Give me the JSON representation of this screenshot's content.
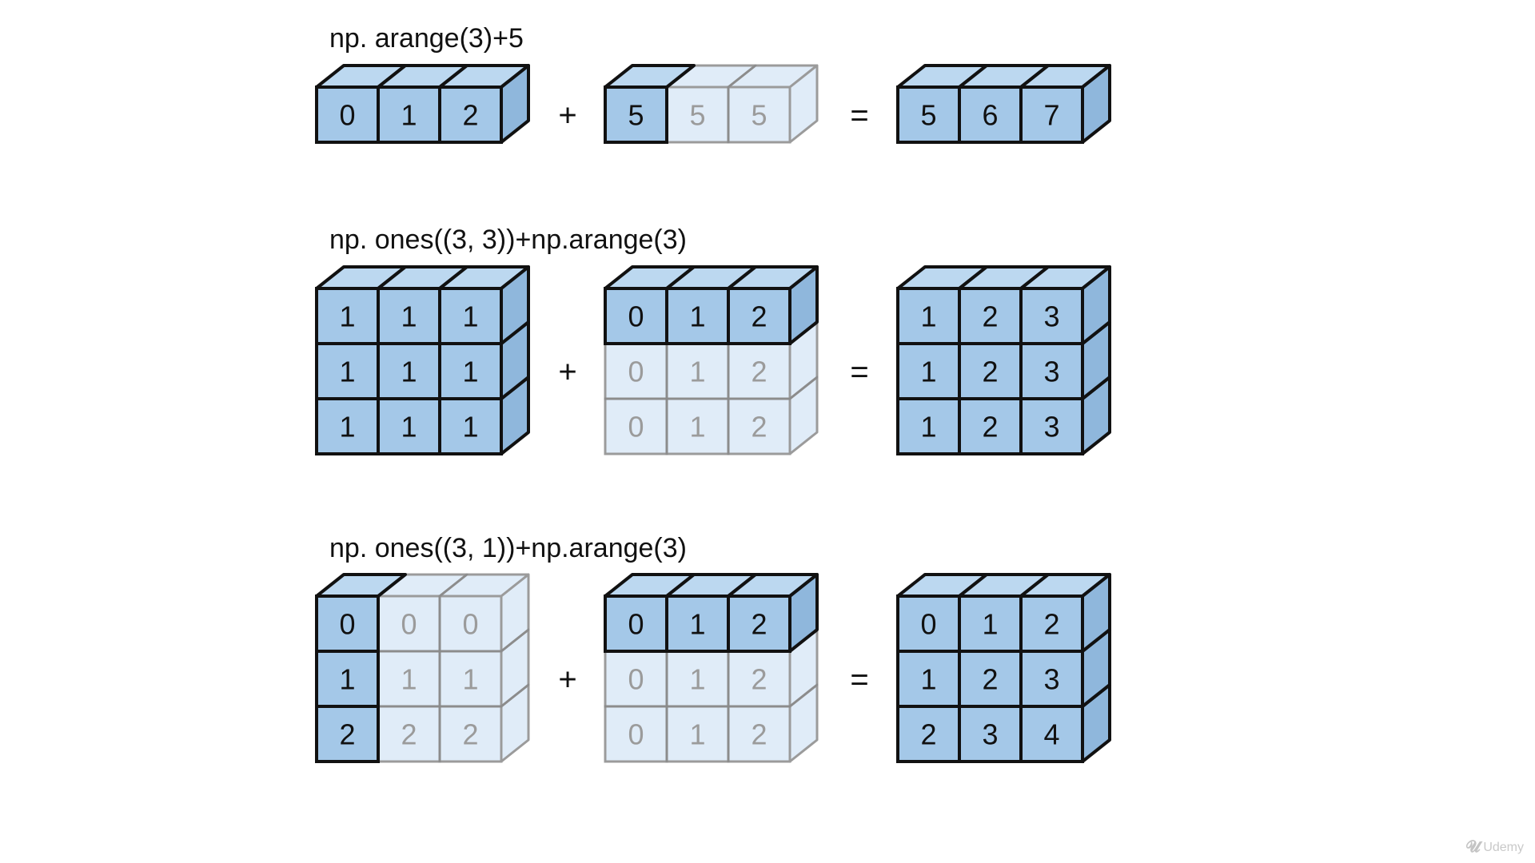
{
  "colors": {
    "solid_fill": "#a4c8e8",
    "solid_top": "#bcd8f0",
    "solid_side": "#8fb7dc",
    "solid_stroke": "#111111",
    "ghost_fill": "#dbe9f7",
    "ghost_stroke": "#8a8a8a",
    "ghost_text": "#8a8a8a",
    "solid_text": "#111111"
  },
  "rows": [
    {
      "title": "np. arange(3)+5",
      "operands": [
        {
          "cells": [
            [
              {
                "v": "0",
                "ghost": false
              },
              {
                "v": "1",
                "ghost": false
              },
              {
                "v": "2",
                "ghost": false
              }
            ]
          ]
        },
        {
          "cells": [
            [
              {
                "v": "5",
                "ghost": false
              },
              {
                "v": "5",
                "ghost": true
              },
              {
                "v": "5",
                "ghost": true
              }
            ]
          ]
        },
        {
          "cells": [
            [
              {
                "v": "5",
                "ghost": false
              },
              {
                "v": "6",
                "ghost": false
              },
              {
                "v": "7",
                "ghost": false
              }
            ]
          ]
        }
      ],
      "plus": "+",
      "equals": "="
    },
    {
      "title": "np. ones((3, 3))+np.arange(3)",
      "operands": [
        {
          "cells": [
            [
              {
                "v": "1",
                "ghost": false
              },
              {
                "v": "1",
                "ghost": false
              },
              {
                "v": "1",
                "ghost": false
              }
            ],
            [
              {
                "v": "1",
                "ghost": false
              },
              {
                "v": "1",
                "ghost": false
              },
              {
                "v": "1",
                "ghost": false
              }
            ],
            [
              {
                "v": "1",
                "ghost": false
              },
              {
                "v": "1",
                "ghost": false
              },
              {
                "v": "1",
                "ghost": false
              }
            ]
          ]
        },
        {
          "cells": [
            [
              {
                "v": "0",
                "ghost": false
              },
              {
                "v": "1",
                "ghost": false
              },
              {
                "v": "2",
                "ghost": false
              }
            ],
            [
              {
                "v": "0",
                "ghost": true
              },
              {
                "v": "1",
                "ghost": true
              },
              {
                "v": "2",
                "ghost": true
              }
            ],
            [
              {
                "v": "0",
                "ghost": true
              },
              {
                "v": "1",
                "ghost": true
              },
              {
                "v": "2",
                "ghost": true
              }
            ]
          ]
        },
        {
          "cells": [
            [
              {
                "v": "1",
                "ghost": false
              },
              {
                "v": "2",
                "ghost": false
              },
              {
                "v": "3",
                "ghost": false
              }
            ],
            [
              {
                "v": "1",
                "ghost": false
              },
              {
                "v": "2",
                "ghost": false
              },
              {
                "v": "3",
                "ghost": false
              }
            ],
            [
              {
                "v": "1",
                "ghost": false
              },
              {
                "v": "2",
                "ghost": false
              },
              {
                "v": "3",
                "ghost": false
              }
            ]
          ]
        }
      ],
      "plus": "+",
      "equals": "="
    },
    {
      "title": "np. ones((3, 1))+np.arange(3)",
      "operands": [
        {
          "cells": [
            [
              {
                "v": "0",
                "ghost": false
              },
              {
                "v": "0",
                "ghost": true
              },
              {
                "v": "0",
                "ghost": true
              }
            ],
            [
              {
                "v": "1",
                "ghost": false
              },
              {
                "v": "1",
                "ghost": true
              },
              {
                "v": "1",
                "ghost": true
              }
            ],
            [
              {
                "v": "2",
                "ghost": false
              },
              {
                "v": "2",
                "ghost": true
              },
              {
                "v": "2",
                "ghost": true
              }
            ]
          ]
        },
        {
          "cells": [
            [
              {
                "v": "0",
                "ghost": false
              },
              {
                "v": "1",
                "ghost": false
              },
              {
                "v": "2",
                "ghost": false
              }
            ],
            [
              {
                "v": "0",
                "ghost": true
              },
              {
                "v": "1",
                "ghost": true
              },
              {
                "v": "2",
                "ghost": true
              }
            ],
            [
              {
                "v": "0",
                "ghost": true
              },
              {
                "v": "1",
                "ghost": true
              },
              {
                "v": "2",
                "ghost": true
              }
            ]
          ]
        },
        {
          "cells": [
            [
              {
                "v": "0",
                "ghost": false
              },
              {
                "v": "1",
                "ghost": false
              },
              {
                "v": "2",
                "ghost": false
              }
            ],
            [
              {
                "v": "1",
                "ghost": false
              },
              {
                "v": "2",
                "ghost": false
              },
              {
                "v": "3",
                "ghost": false
              }
            ],
            [
              {
                "v": "2",
                "ghost": false
              },
              {
                "v": "3",
                "ghost": false
              },
              {
                "v": "4",
                "ghost": false
              }
            ]
          ]
        }
      ],
      "plus": "+",
      "equals": "="
    }
  ],
  "watermark": {
    "icon": "udemy-logo-icon",
    "text": "Udemy"
  }
}
